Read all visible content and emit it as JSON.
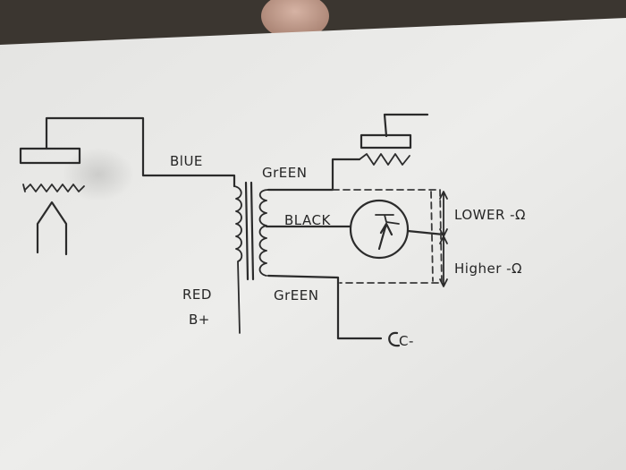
{
  "diagram": {
    "labels": {
      "blue": "BlUE",
      "green_top": "GrEEN",
      "black": "BLACK",
      "red": "RED",
      "b_plus": "B+",
      "green_bottom": "GrEEN",
      "c_minus": "C-",
      "lower": "LOWER -Ω",
      "higher": "Higher -Ω"
    }
  }
}
